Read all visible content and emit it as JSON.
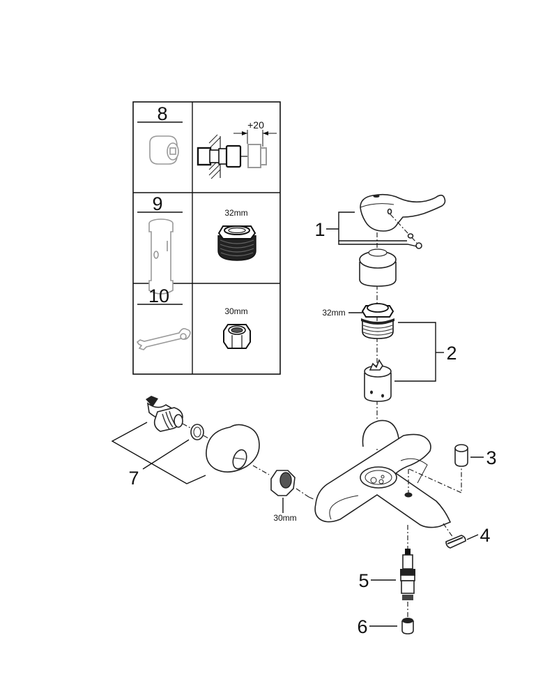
{
  "diagram": {
    "type": "exploded-parts-view",
    "accessory_table": {
      "rows": [
        {
          "number": "8",
          "left_part": "extension-piece",
          "right_label": "+20",
          "right_part": "extension-dimension"
        },
        {
          "number": "9",
          "left_part": "assembly-tool-sleeve",
          "right_label": "32mm",
          "right_part": "cartridge-nut"
        },
        {
          "number": "10",
          "left_part": "wrench",
          "right_label": "30mm",
          "right_part": "hex-nut"
        }
      ]
    },
    "callouts": [
      {
        "id": "1",
        "label": "1",
        "part": "lever-handle-with-set-screws"
      },
      {
        "id": "2",
        "label": "2",
        "part": "cartridge-and-nut"
      },
      {
        "id": "3",
        "label": "3",
        "part": "cap"
      },
      {
        "id": "4",
        "label": "4",
        "part": "aerator"
      },
      {
        "id": "5",
        "label": "5",
        "part": "diverter-valve"
      },
      {
        "id": "6",
        "label": "6",
        "part": "valve-nut"
      },
      {
        "id": "7",
        "label": "7",
        "part": "s-union-with-washer-and-rosette"
      }
    ],
    "dimension_labels": {
      "cartridge_nut": "32mm",
      "union_nut": "30mm"
    }
  }
}
